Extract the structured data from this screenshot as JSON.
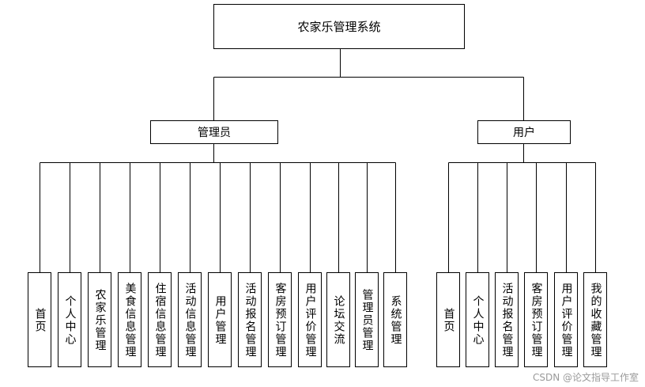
{
  "root": {
    "label": "农家乐管理系统"
  },
  "groups": [
    {
      "label": "管理员",
      "items": [
        "首页",
        "个人中心",
        "农家乐管理",
        "美食信息管理",
        "住宿信息管理",
        "活动信息管理",
        "用户管理",
        "活动报名管理",
        "客房预订管理",
        "用户评价管理",
        "论坛交流",
        "管理员管理",
        "系统管理"
      ]
    },
    {
      "label": "用户",
      "items": [
        "首页",
        "个人中心",
        "活动报名管理",
        "客房预订管理",
        "用户评价管理",
        "我的收藏管理"
      ]
    }
  ],
  "watermark": "CSDN @论文指导工作室"
}
